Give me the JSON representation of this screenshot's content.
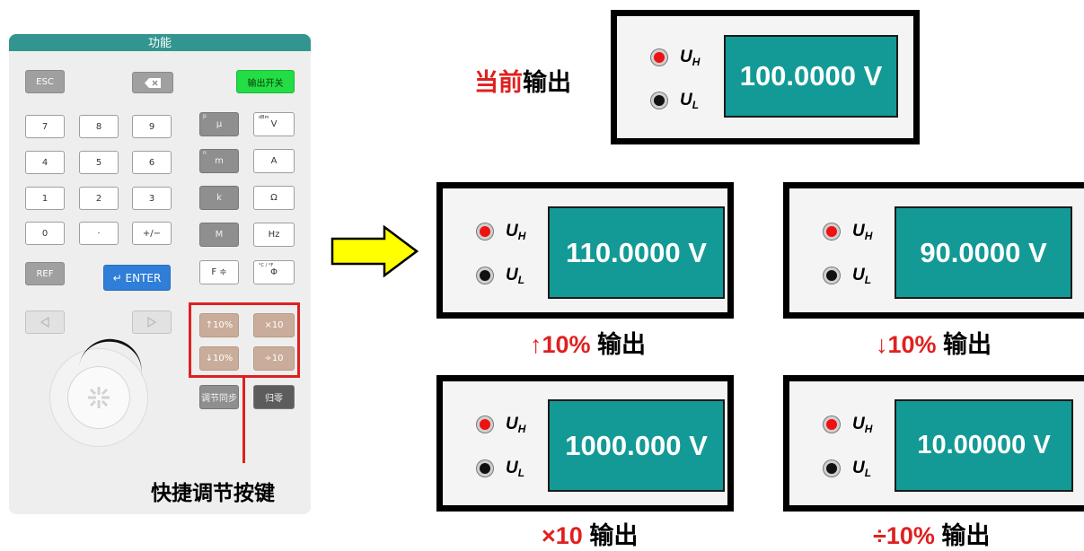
{
  "keypad": {
    "title": "功能",
    "keys": {
      "esc": "ESC",
      "output_switch": "输出开关",
      "k7": "7",
      "k8": "8",
      "k9": "9",
      "k4": "4",
      "k5": "5",
      "k6": "6",
      "k1": "1",
      "k2": "2",
      "k3": "3",
      "k0": "0",
      "dot": "·",
      "sign": "+/−",
      "mu": "μ",
      "mu_sup": "p",
      "volt": "V",
      "volt_sup": "dBm",
      "milli": "m",
      "milli_sup": "n",
      "amp": "A",
      "kilo": "k",
      "ohm": "Ω",
      "mega": "M",
      "hz": "Hz",
      "ref": "REF",
      "enter": "↵ ENTER",
      "f": "F ≑",
      "phi": "Φ",
      "phi_sup": "°C / °F",
      "up10": "↑10%",
      "times10": "×10",
      "down10": "↓10%",
      "div10": "÷10",
      "sync": "调节同步",
      "zero": "归零"
    },
    "annotation": "快捷调节按键"
  },
  "current": {
    "label_red": "当前",
    "label_black": "输出",
    "reading": "100.0000 V"
  },
  "terminals": {
    "high": "U",
    "high_sub": "H",
    "low": "U",
    "low_sub": "L"
  },
  "outputs": [
    {
      "reading": "110.0000 V",
      "caption_red": "↑10%",
      "caption_black": " 输出"
    },
    {
      "reading": "90.0000 V",
      "caption_red": "↓10%",
      "caption_black": " 输出"
    },
    {
      "reading": "1000.000 V",
      "caption_red": "×10",
      "caption_black": " 输出"
    },
    {
      "reading": "10.00000 V",
      "caption_red": "÷10%",
      "caption_black": " 输出"
    }
  ],
  "colors": {
    "screen": "#139a96",
    "accent_red": "#e02020",
    "title_bar": "#33958f",
    "arrow": "#ffff00"
  }
}
